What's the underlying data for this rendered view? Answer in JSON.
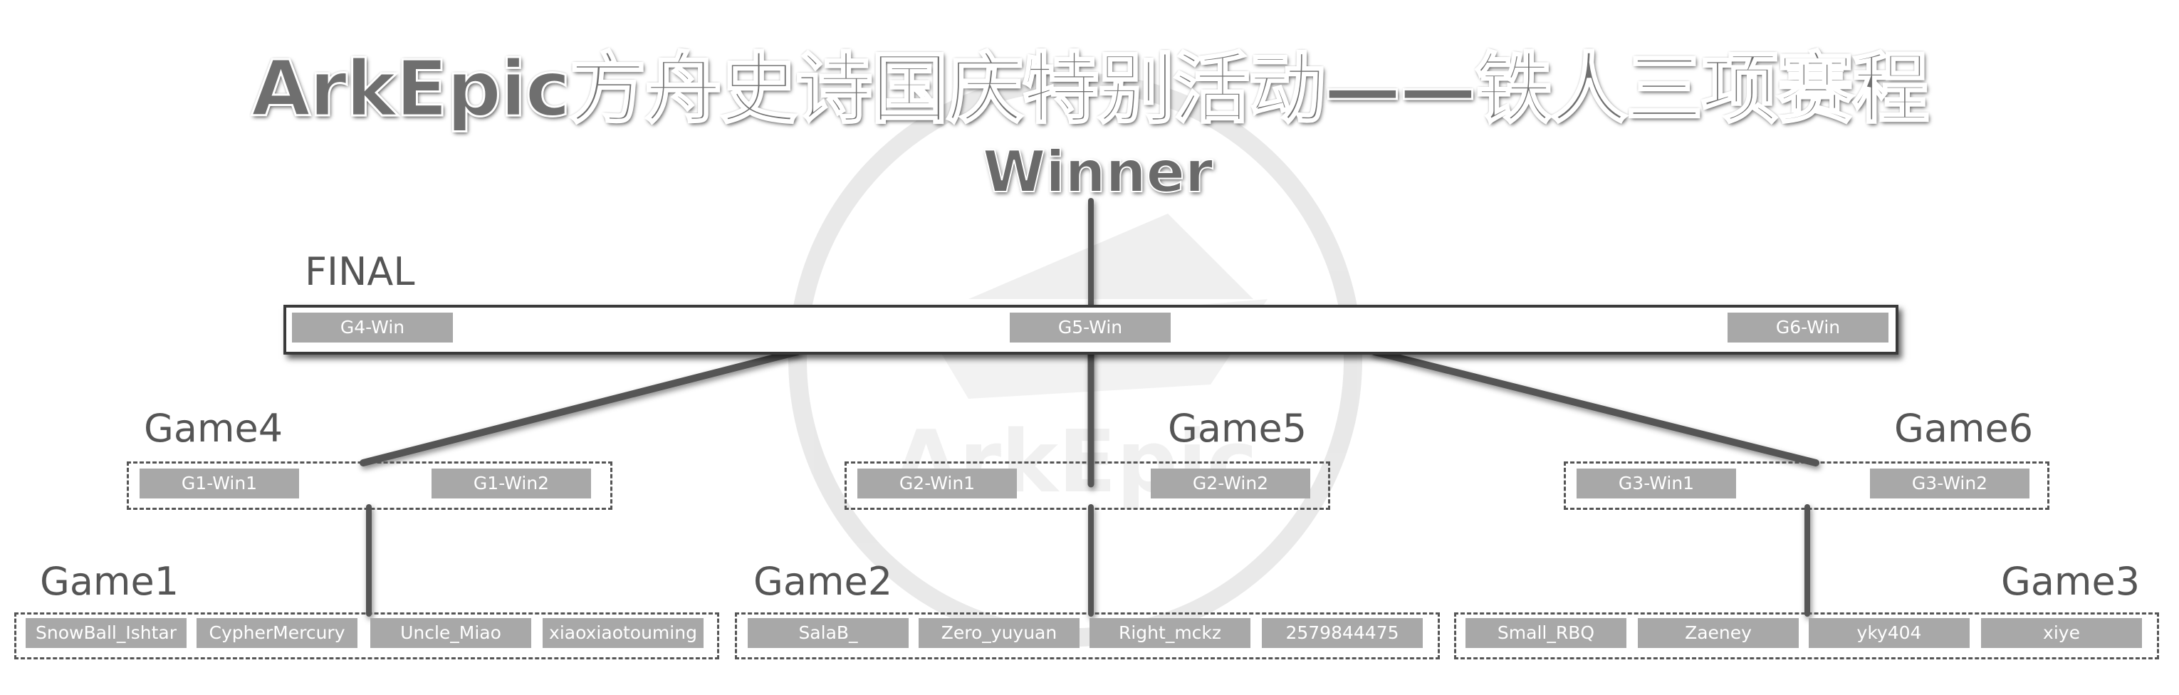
{
  "title": "ArkEpic方舟史诗国庆特别活动——铁人三项赛程",
  "winner": "Winner",
  "watermark": "ArkEpic",
  "final": {
    "label": "FINAL",
    "slots": [
      "G4-Win",
      "G5-Win",
      "G6-Win"
    ]
  },
  "semis": [
    {
      "label": "Game4",
      "slots": [
        "G1-Win1",
        "G1-Win2"
      ]
    },
    {
      "label": "Game5",
      "slots": [
        "G2-Win1",
        "G2-Win2"
      ]
    },
    {
      "label": "Game6",
      "slots": [
        "G3-Win1",
        "G3-Win2"
      ]
    }
  ],
  "groups": [
    {
      "label": "Game1",
      "players": [
        "SnowBall_Ishtar",
        "CypherMercury",
        "Uncle_Miao",
        "xiaoxiaotouming"
      ]
    },
    {
      "label": "Game2",
      "players": [
        "SalaB_",
        "Zero_yuyuan",
        "Right_mckz",
        "2579844475"
      ]
    },
    {
      "label": "Game3",
      "players": [
        "Small_RBQ",
        "Zaeney",
        "yky404",
        "xiye"
      ]
    }
  ],
  "colors": {
    "chip": "#a8a8a8",
    "line": "#555555",
    "text": "#555555"
  }
}
